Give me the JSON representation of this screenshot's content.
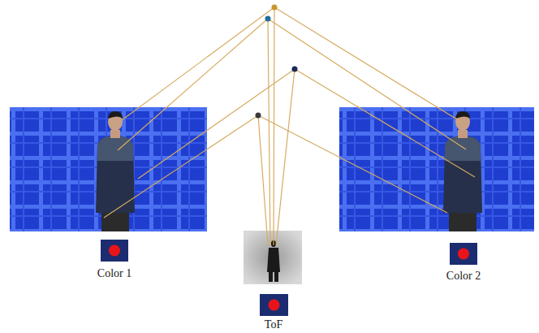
{
  "diagram": {
    "labels": [
      "Color 1",
      "ToF",
      "Color 2"
    ]
  }
}
